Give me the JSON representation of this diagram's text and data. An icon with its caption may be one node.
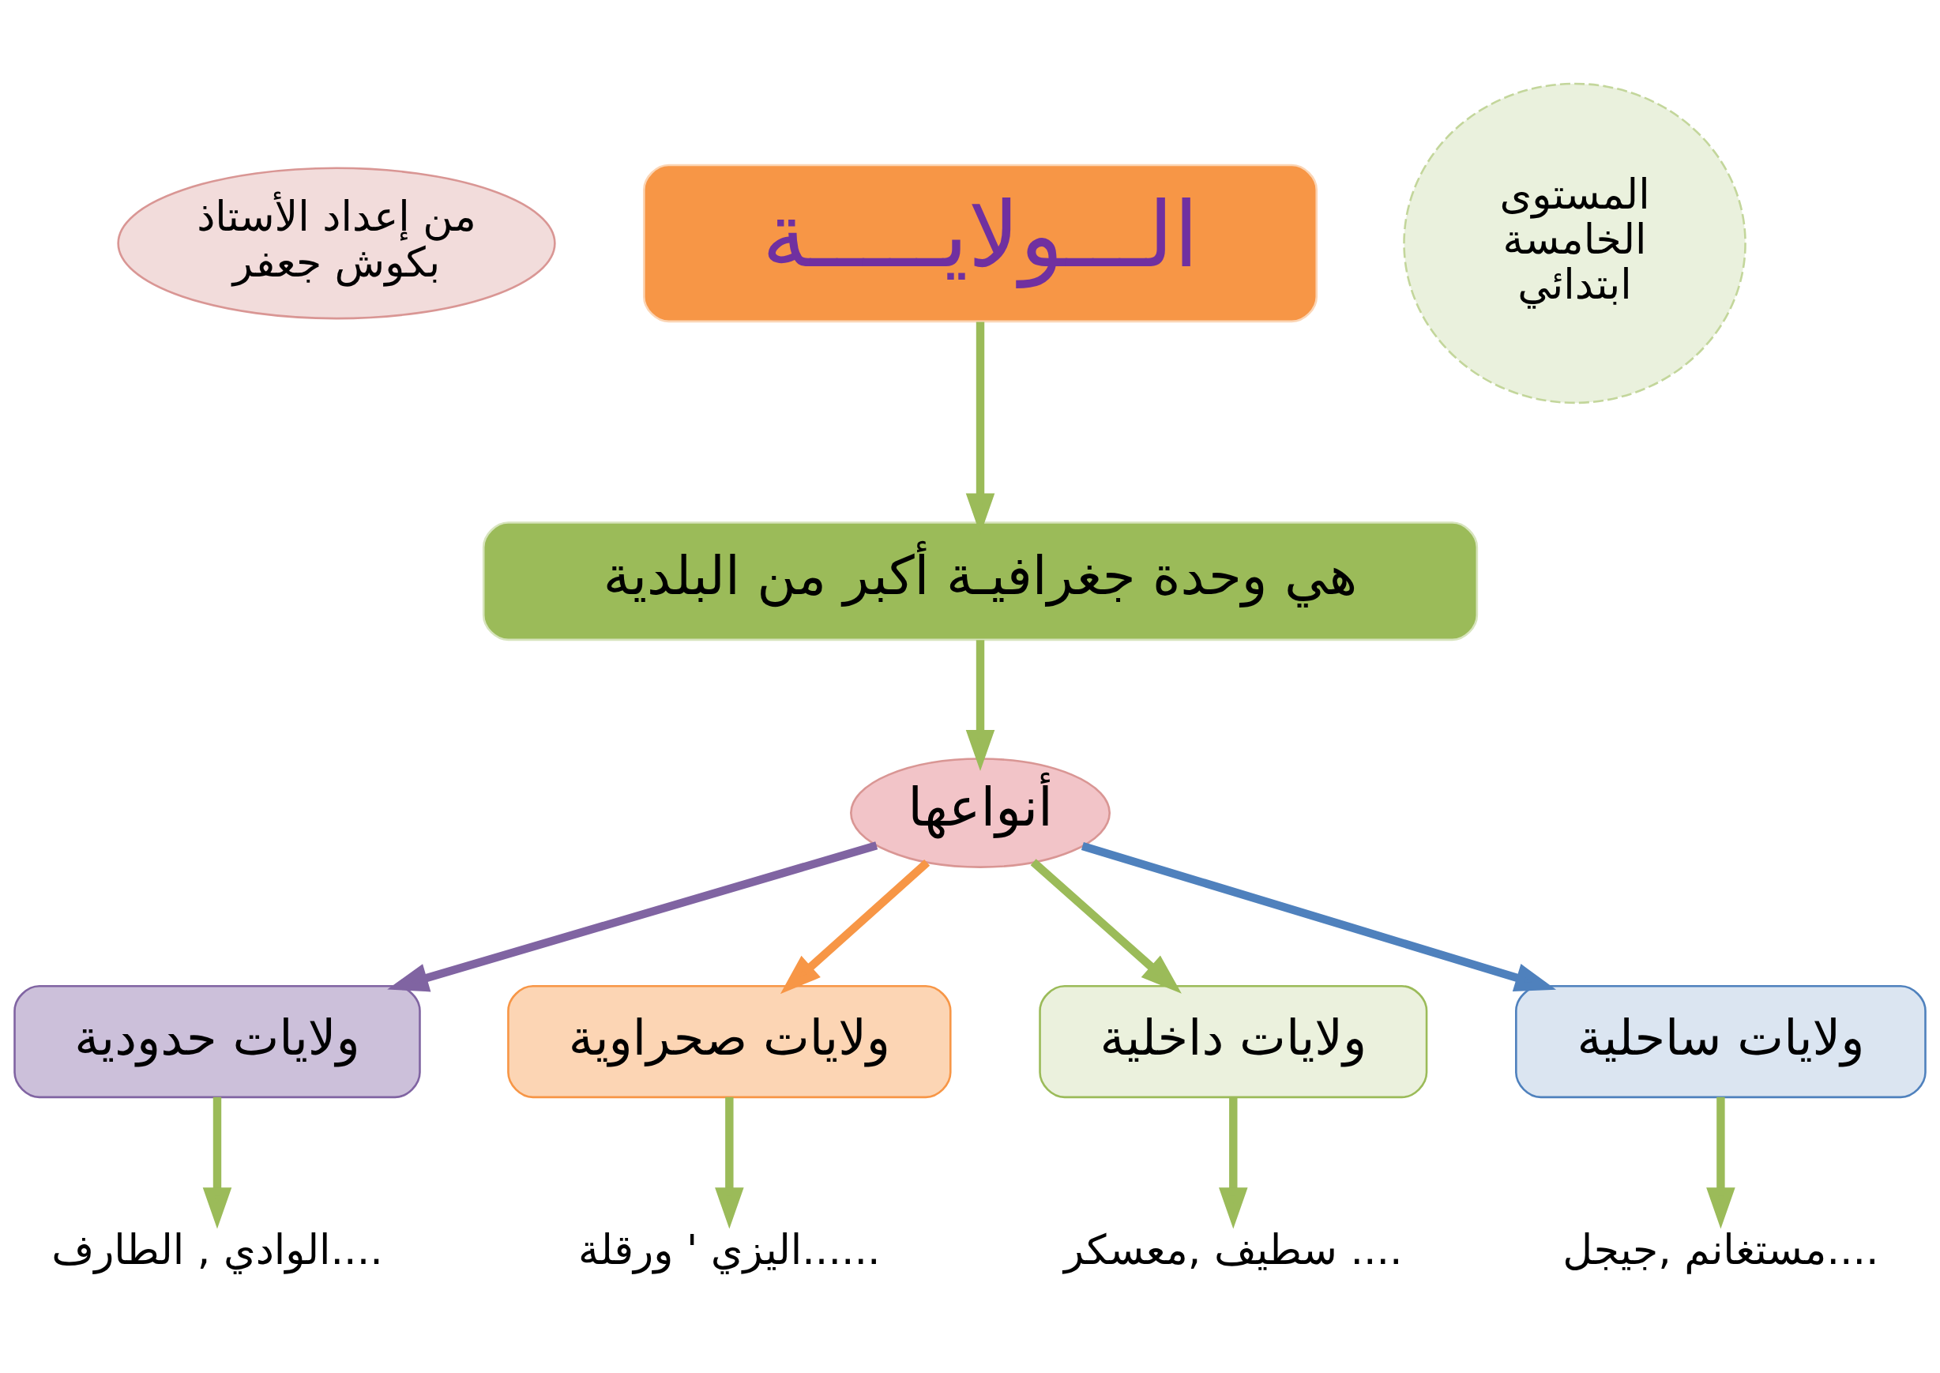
{
  "diagram": {
    "nodes": [
      {
        "text": [
          "الـــولايـــــة"
        ]
      },
      {
        "text": [
          "هي وحدة جغرافيـة أكبر من البلدية"
        ]
      },
      {
        "text": [
          "أنواعها"
        ]
      },
      {
        "text": [
          "ولايات حدودية"
        ]
      },
      {
        "text": [
          "ولايات صحراوية"
        ]
      },
      {
        "text": [
          "ولايات داخلية"
        ]
      },
      {
        "text": [
          "ولايات ساحلية"
        ]
      },
      {
        "text": [
          "الوادي , الطارف...."
        ]
      },
      {
        "text": [
          "اليزي ' ورقلة......"
        ]
      },
      {
        "text": [
          "سطيف ,معسكر ...."
        ]
      },
      {
        "text": [
          "مستغانم ,جيجل...."
        ]
      },
      {
        "text": [
          "من إعداد الأستاذ بكوش جعفر"
        ]
      },
      {
        "text": [
          "المستوى الخامسة ابتدائي"
        ]
      }
    ],
    "edges": [
      {
        "from": 0,
        "to": 1,
        "arrow": "to"
      },
      {
        "from": 1,
        "to": 2,
        "arrow": "to"
      },
      {
        "from": 2,
        "to": 3,
        "arrow": "to",
        "color": "#8064a2"
      },
      {
        "from": 2,
        "to": 4,
        "arrow": "to",
        "color": "#f79646"
      },
      {
        "from": 2,
        "to": 5,
        "arrow": "to"
      },
      {
        "from": 2,
        "to": 6,
        "arrow": "to",
        "color": "#4f81bd"
      },
      {
        "from": 3,
        "to": 7,
        "arrow": "to"
      },
      {
        "from": 4,
        "to": 8,
        "arrow": "to"
      },
      {
        "from": 5,
        "to": 9,
        "arrow": "to"
      },
      {
        "from": 6,
        "to": 10,
        "arrow": "to"
      }
    ]
  }
}
